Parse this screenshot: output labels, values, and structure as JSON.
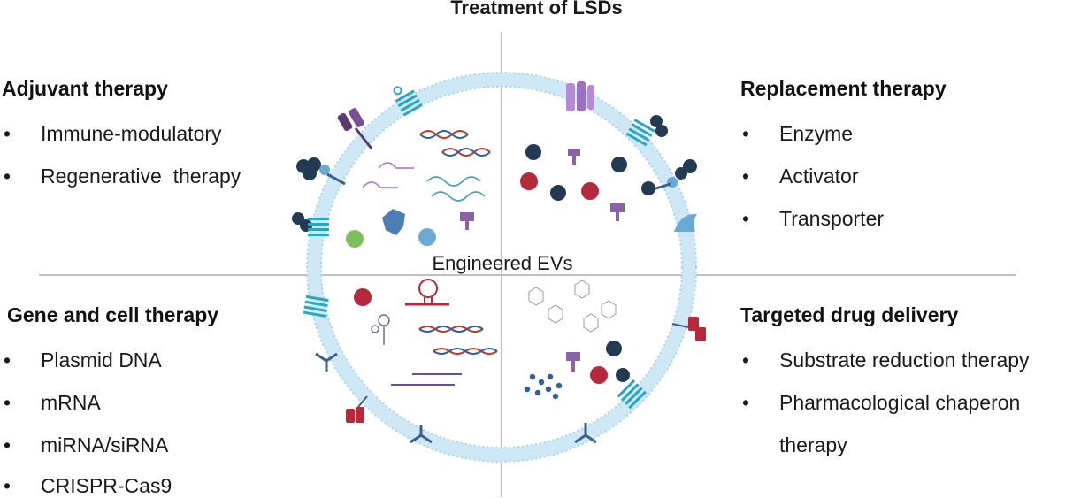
{
  "title": "Treatment of LSDs",
  "center_label": "Engineered EVs",
  "quadrants": {
    "adjuvant": {
      "heading": "Adjuvant therapy",
      "items": [
        "Immune-modulatory",
        "Regenerative  therapy"
      ]
    },
    "replacement": {
      "heading": "Replacement therapy",
      "items": [
        "Enzyme",
        "Activator",
        "Transporter"
      ]
    },
    "gene_cell": {
      "heading": "Gene and cell therapy",
      "items": [
        "Plasmid DNA",
        "mRNA",
        "miRNA/siRNA",
        "CRISPR-Cas9"
      ]
    },
    "targeted": {
      "heading": "Targeted drug delivery",
      "items": [
        "Substrate reduction therapy",
        "Pharmacological chaperon",
        "therapy"
      ]
    }
  },
  "bullet": "•",
  "colors": {
    "membrane": "#b9dcef",
    "membrane_dots": "#8fc3e0",
    "axis": "#9a9a9a",
    "navy_protein": "#233a52",
    "red_protein": "#b42a3a",
    "purple_protein": "#8b62a8",
    "teal_receptor": "#27a6c5",
    "light_blue_protein": "#6aa8d6",
    "green_protein": "#7fbf5a",
    "dna_red": "#c0392b",
    "dna_blue": "#2f5f9e",
    "rna_purple": "#b57fc8",
    "antibody_blue": "#3b5f8f"
  }
}
